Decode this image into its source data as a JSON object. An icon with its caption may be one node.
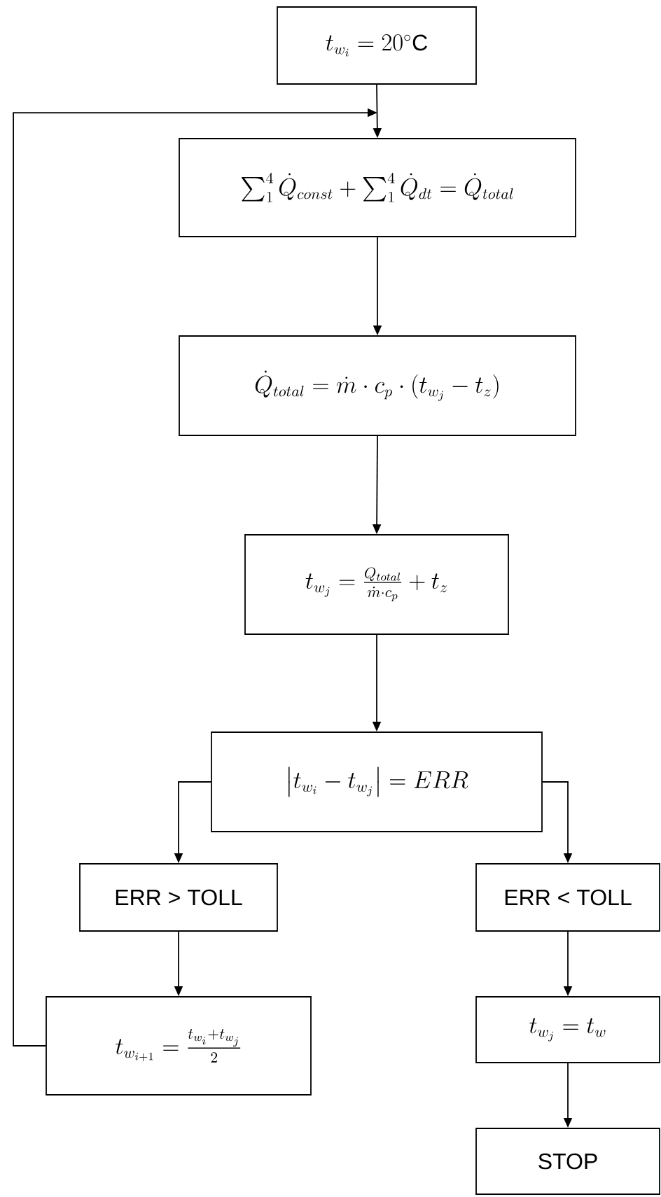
{
  "diagram": {
    "nodes": [
      {
        "text": [
          "t_{w_i} = 20^{\\circ}\\mathrm{C}"
        ]
      },
      {
        "text": [
          "\\sum_1^4 \\dot{Q}_{const} + \\sum_1^4 \\dot{Q}_{dt} = \\dot{Q}_{total}"
        ]
      },
      {
        "text": [
          "\\dot{Q}_{total} = \\dot{m} \\cdot c_p \\cdot (t_{w_j} - t_z)"
        ]
      },
      {
        "text": [
          "t_{w_j} = \\frac{Q_{total}}{\\dot{m} \\cdot c_p} + t_z"
        ]
      },
      {
        "text": [
          "\\left| t_{w_i} - t_{w_j} \\right| = ERR"
        ]
      },
      {
        "text": [
          "ERR > TOLL"
        ]
      },
      {
        "text": [
          "ERR < TOLL"
        ]
      },
      {
        "text": [
          "t_{w_{i+1}} = \\frac{t_{w_i} + t_{w_j}}{2}"
        ]
      },
      {
        "text": [
          "t_{w_j} = t_w"
        ]
      },
      {
        "text": [
          "STOP"
        ]
      }
    ],
    "edges": [
      {
        "from": 0,
        "to": 1,
        "arrow": "to"
      },
      {
        "from": 1,
        "to": 2,
        "arrow": "to"
      },
      {
        "from": 2,
        "to": 3,
        "arrow": "to"
      },
      {
        "from": 3,
        "to": 4,
        "arrow": "to"
      },
      {
        "from": 4,
        "to": 5,
        "arrow": "to"
      },
      {
        "from": 4,
        "to": 6,
        "arrow": "to"
      },
      {
        "from": 5,
        "to": 7,
        "arrow": "to"
      },
      {
        "from": 6,
        "to": 8,
        "arrow": "to"
      },
      {
        "from": 8,
        "to": 9,
        "arrow": "to"
      },
      {
        "from": 7,
        "to": 1,
        "arrow": "to"
      }
    ]
  }
}
